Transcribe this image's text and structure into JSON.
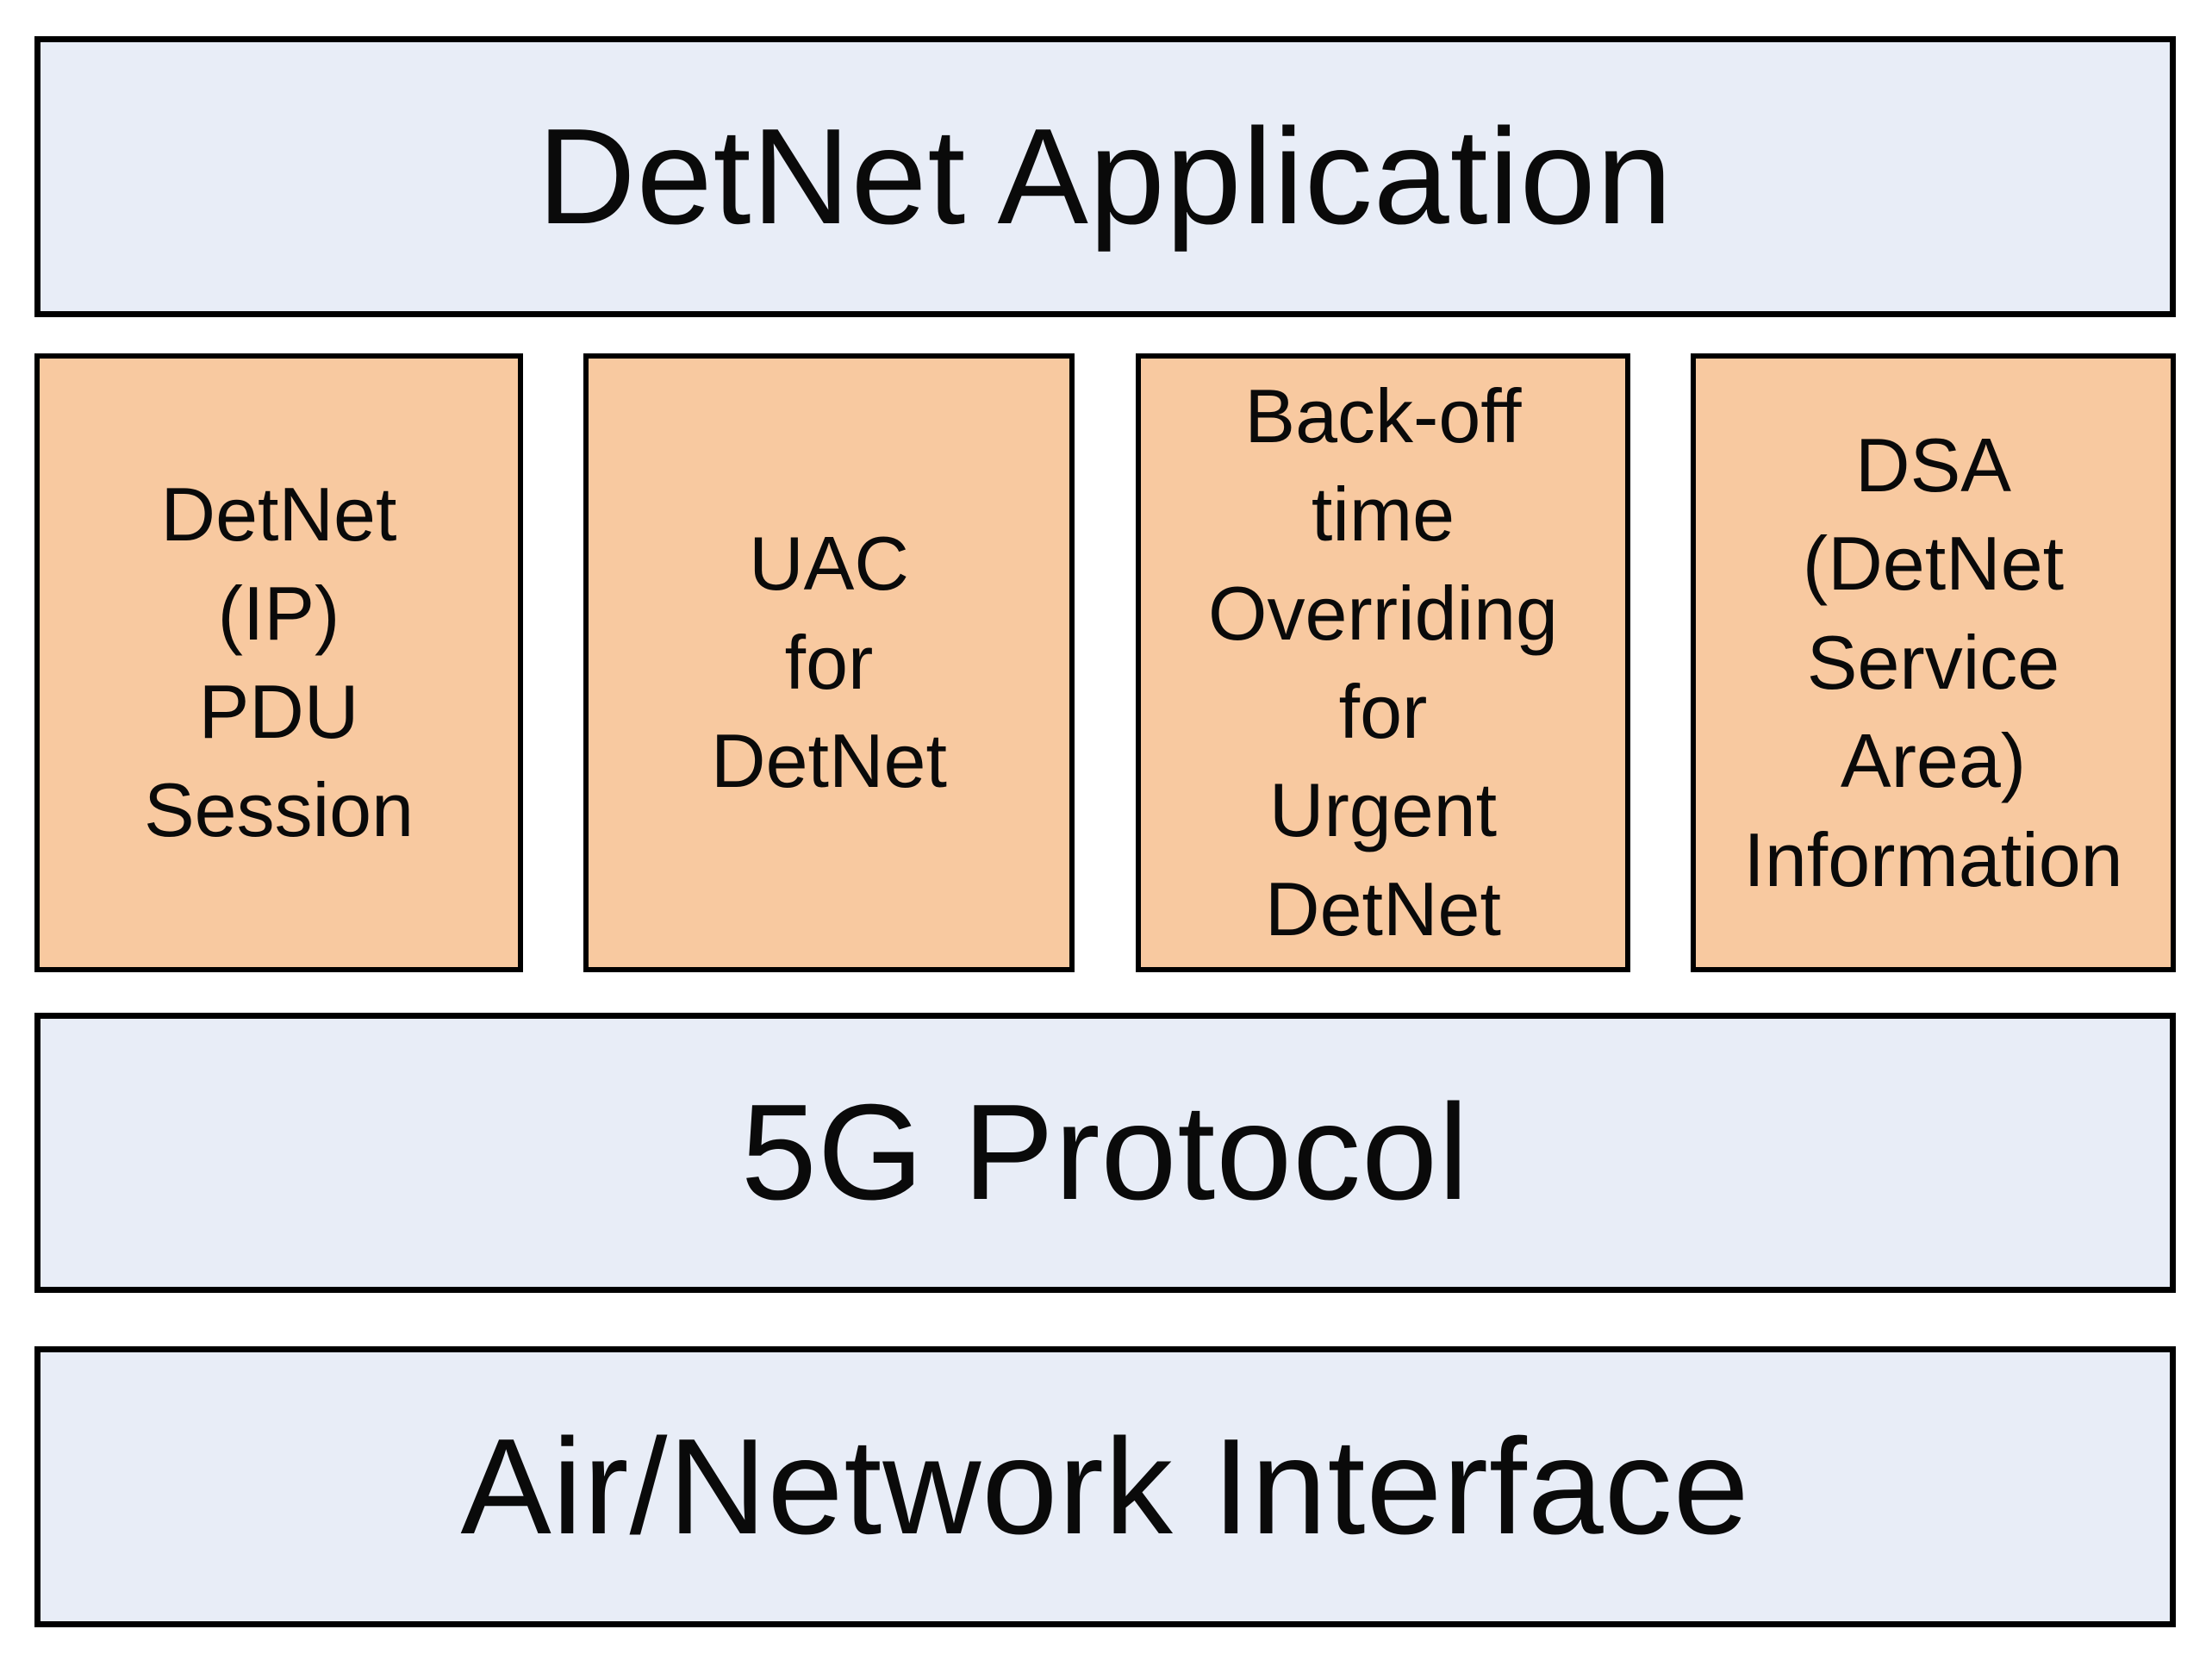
{
  "diagram": {
    "title": "DetNet Application",
    "protocol_layer": "5G Protocol",
    "interface_layer": "Air/Network Interface",
    "features": [
      {
        "name": "detnet-ip-pdu-session",
        "lines": [
          "DetNet",
          "(IP)",
          "PDU",
          "Session"
        ]
      },
      {
        "name": "uac-for-detnet",
        "lines": [
          "UAC",
          "for",
          "DetNet"
        ]
      },
      {
        "name": "backoff-time-overriding",
        "lines": [
          "Back-off",
          "time",
          "Overriding",
          "for",
          "Urgent",
          "DetNet"
        ]
      },
      {
        "name": "dsa-information",
        "lines": [
          "DSA",
          "(DetNet",
          "Service",
          "Area)",
          "Information"
        ]
      }
    ],
    "colors": {
      "layer_fill": "#e8edf7",
      "feature_fill": "#f8c9a0",
      "border": "#000000",
      "text": "#0a0a0a",
      "background": "#ffffff"
    }
  }
}
